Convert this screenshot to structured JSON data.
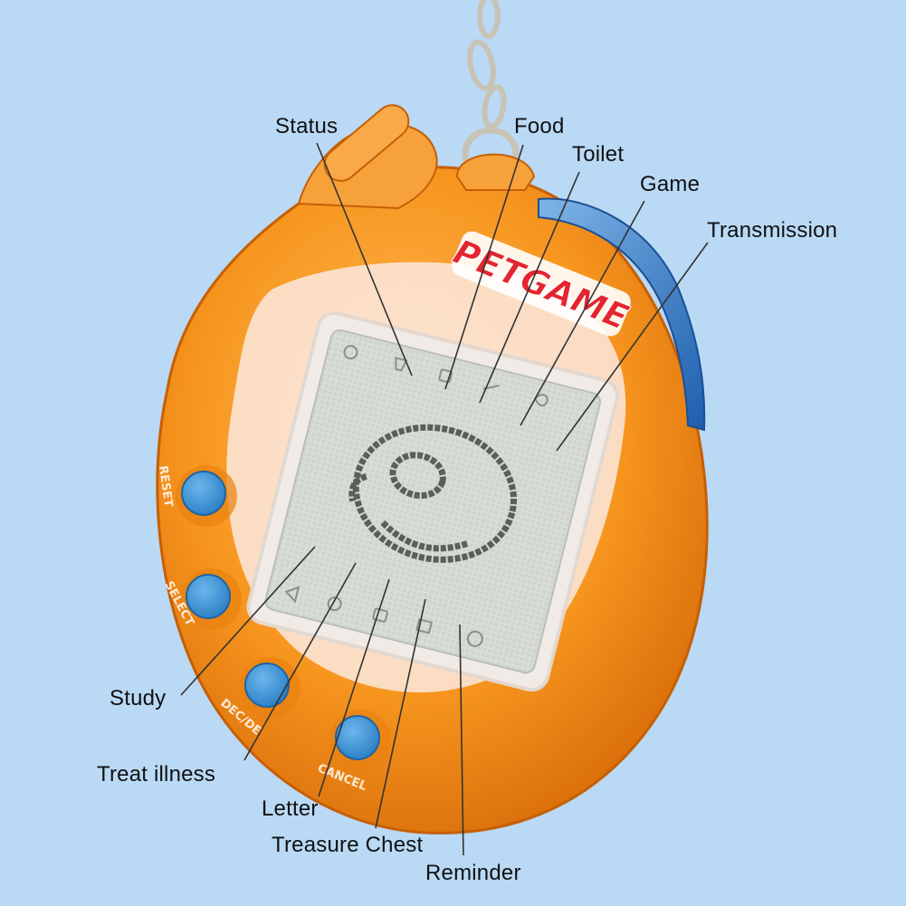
{
  "device": {
    "brand_text": "PETGAME",
    "buttons": [
      {
        "id": "reset",
        "label": "RESET"
      },
      {
        "id": "select",
        "label": "SELECT"
      },
      {
        "id": "decide",
        "label": "DEC/DE"
      },
      {
        "id": "cancel",
        "label": "CANCEL"
      }
    ]
  },
  "callouts": {
    "status": "Status",
    "food": "Food",
    "toilet": "Toilet",
    "game": "Game",
    "transmission": "Transmission",
    "study": "Study",
    "treat_illness": "Treat illness",
    "letter": "Letter",
    "treasure_chest": "Treasure Chest",
    "reminder": "Reminder"
  },
  "colors": {
    "background": "#b9d9f5",
    "shell": "#f5931f",
    "shell_dark": "#d9700c",
    "button_blue": "#3c95d8",
    "screen": "#d6dcd5",
    "brand_red": "#e4252f",
    "strap_blue": "#2f77c4"
  }
}
